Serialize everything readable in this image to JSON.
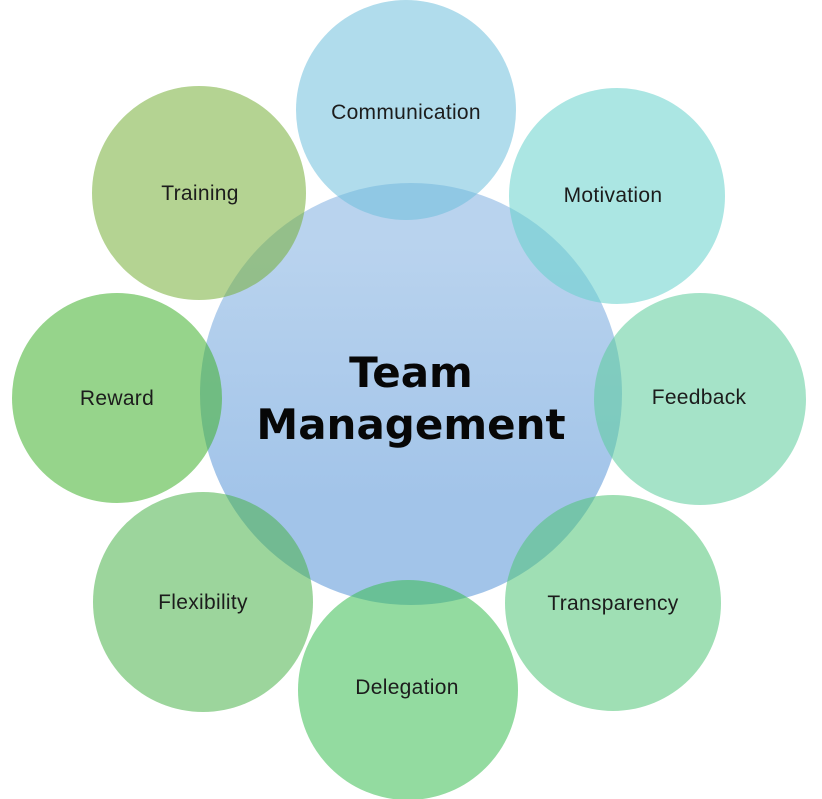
{
  "page": {
    "background": "#ffffff"
  },
  "diagram": {
    "type": "radial-cycle-smartart",
    "center": {
      "title_line1": "Team",
      "title_line2": "Management",
      "fill_top": "#b9d3ee",
      "fill_bottom": "#a2c4e9",
      "text_color": "#070707"
    },
    "label_color": "#1c1c1c",
    "nodes": [
      {
        "id": "communication",
        "label": "Communication",
        "fill": "#6fbfdc",
        "alpha": 0.55,
        "position": "top"
      },
      {
        "id": "motivation",
        "label": "Motivation",
        "fill": "#66d1cc",
        "alpha": 0.55,
        "position": "top-right"
      },
      {
        "id": "feedback",
        "label": "Feedback",
        "fill": "#5bcc9b",
        "alpha": 0.55,
        "position": "right"
      },
      {
        "id": "transparency",
        "label": "Transparency",
        "fill": "#50c476",
        "alpha": 0.55,
        "position": "bottom-right"
      },
      {
        "id": "delegation",
        "label": "Delegation",
        "fill": "#3abd52",
        "alpha": 0.55,
        "position": "bottom"
      },
      {
        "id": "flexibility",
        "label": "Flexibility",
        "fill": "#4bb24b",
        "alpha": 0.55,
        "position": "bottom-left"
      },
      {
        "id": "reward",
        "label": "Reward",
        "fill": "#40b02c",
        "alpha": 0.55,
        "position": "left"
      },
      {
        "id": "training",
        "label": "Training",
        "fill": "#76af38",
        "alpha": 0.55,
        "position": "top-left"
      }
    ]
  }
}
